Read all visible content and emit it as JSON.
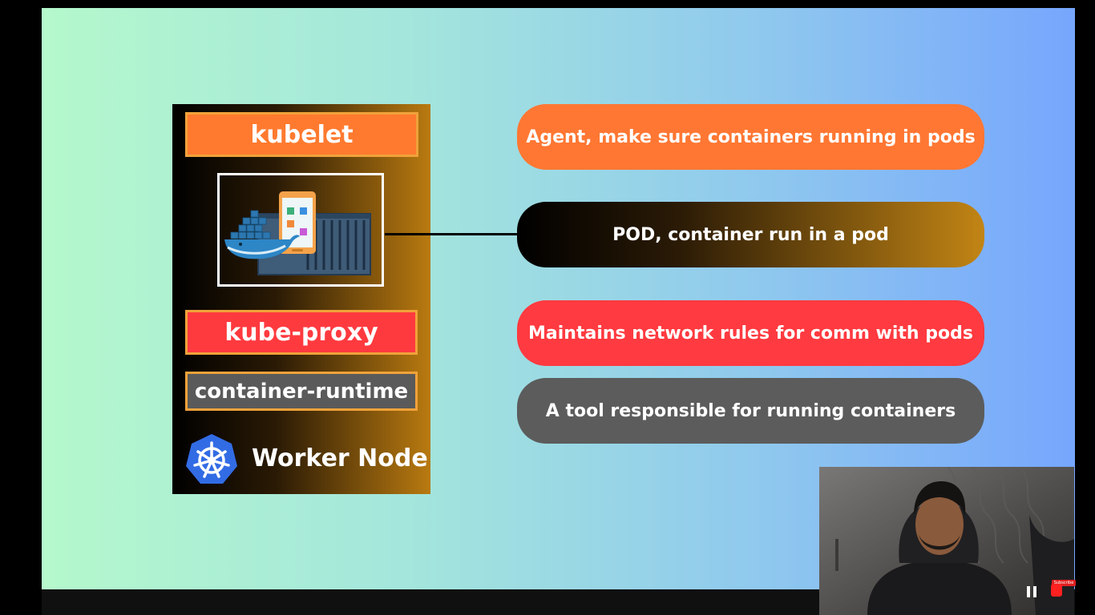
{
  "worker_node": {
    "components": {
      "kubelet": "kubelet",
      "kube_proxy": "kube-proxy",
      "container_runtime": "container-runtime"
    },
    "title": "Worker Node",
    "logo": "kubernetes-helm-icon"
  },
  "descriptions": {
    "kubelet": "Agent, make sure containers running in pods",
    "pod": "POD, container run in a pod",
    "kube_proxy": "Maintains network rules for comm with pods",
    "runtime": "A tool responsible for running containers"
  },
  "video": {
    "subscribe": "Subscribe",
    "pause_icon": "pause-icon",
    "record_icon": "record-icon"
  },
  "colors": {
    "kubelet_orange": "#ff7733",
    "proxy_red": "#ff3a40",
    "runtime_gray": "#5c5c5c",
    "border_orange": "#f0a23a",
    "k8s_blue": "#326ce5"
  }
}
